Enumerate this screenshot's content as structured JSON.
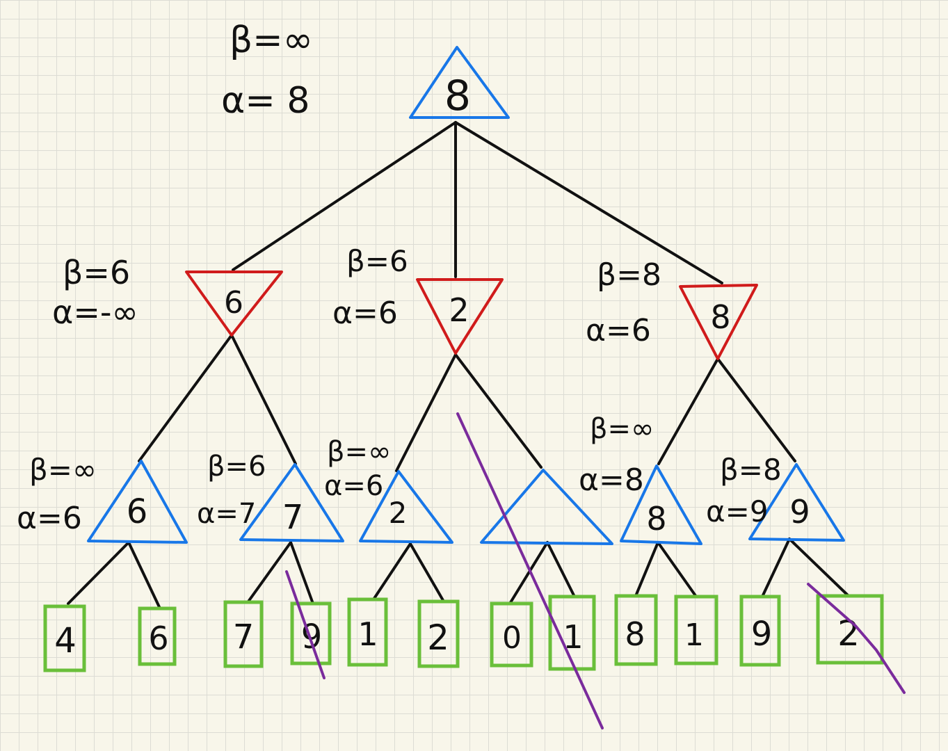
{
  "colors": {
    "max_node": "#1877e8",
    "min_node": "#d01b1b",
    "leaf_box": "#6abf3a",
    "prune_line": "#7a2b9c",
    "edge": "#111111"
  },
  "root": {
    "value": "8",
    "beta": "β=∞",
    "alpha": "α= 8"
  },
  "min_nodes": [
    {
      "value": "6",
      "beta": "β=6",
      "alpha": "α=-∞"
    },
    {
      "value": "2",
      "beta": "β=6",
      "alpha": "α=6"
    },
    {
      "value": "8",
      "beta": "β=8",
      "alpha": "α=6"
    }
  ],
  "max_nodes": [
    {
      "value": "6",
      "beta": "β=∞",
      "alpha": "α=6"
    },
    {
      "value": "7",
      "beta": "β=6",
      "alpha": "α=7"
    },
    {
      "value": "2",
      "beta": "β=∞",
      "alpha": "α=6"
    },
    {
      "value": "",
      "beta": "",
      "alpha": ""
    },
    {
      "value": "8",
      "beta": "β=∞",
      "alpha": "α=8"
    },
    {
      "value": "9",
      "beta": "β=8",
      "alpha": "α=9"
    }
  ],
  "leaves": [
    "4",
    "6",
    "7",
    "9",
    "1",
    "2",
    "0",
    "1",
    "8",
    "1",
    "9",
    "2"
  ],
  "pruned_leaves": [
    3,
    7,
    11
  ]
}
